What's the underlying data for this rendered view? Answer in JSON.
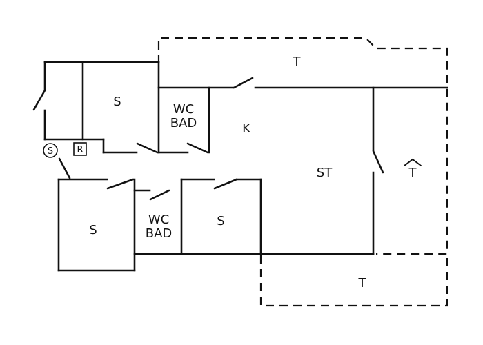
{
  "plan": {
    "rooms": {
      "terrace_top": "T",
      "bedroom_top": "S",
      "wc_top_line1": "WC",
      "wc_top_line2": "BAD",
      "kitchen": "K",
      "living": "ST",
      "bedroom_bottom_left": "S",
      "wc_bottom_line1": "WC",
      "wc_bottom_line2": "BAD",
      "bedroom_bottom_mid": "S",
      "terrace_bottom": "T",
      "exit_symbol": "T"
    },
    "symbols": {
      "circle_s": "S",
      "box_r": "R"
    }
  }
}
